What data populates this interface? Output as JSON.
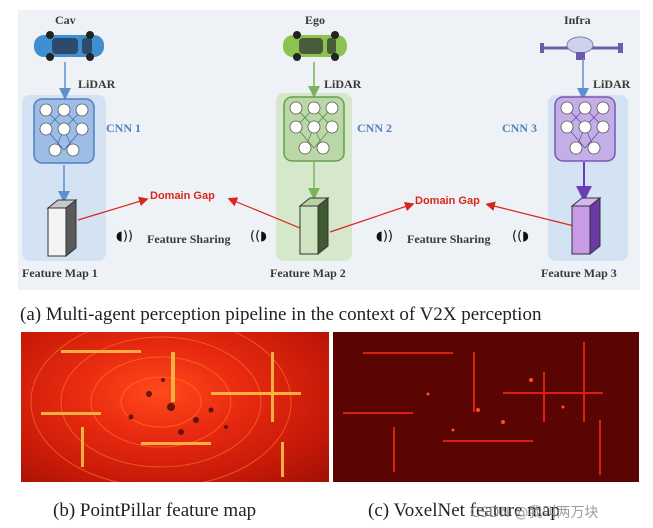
{
  "diagram": {
    "agents": [
      {
        "name": "Cav",
        "sensor": "LiDAR",
        "cnn": "CNN 1",
        "feature_map": "Feature Map 1",
        "accent": "#5b8fd0"
      },
      {
        "name": "Ego",
        "sensor": "LiDAR",
        "cnn": "CNN 2",
        "feature_map": "Feature Map 2",
        "accent": "#7ab35e"
      },
      {
        "name": "Infra",
        "sensor": "LiDAR",
        "cnn": "CNN 3",
        "feature_map": "Feature Map 3",
        "accent": "#8a55c8"
      }
    ],
    "domain_gap": "Domain Gap",
    "feature_sharing": "Feature Sharing",
    "colors": {
      "domain_gap": "#d9261c",
      "cav_panel": "#dbe8f6",
      "ego_panel": "#dcebd2",
      "infra_panel": "#dbe8f6"
    }
  },
  "captions": {
    "a": "(a) Multi-agent perception pipeline in the context of V2X perception",
    "b": "(b) PointPillar feature map",
    "c": "(c) VoxelNet feature map",
    "watermark": "CSDN @我叫两万块"
  }
}
